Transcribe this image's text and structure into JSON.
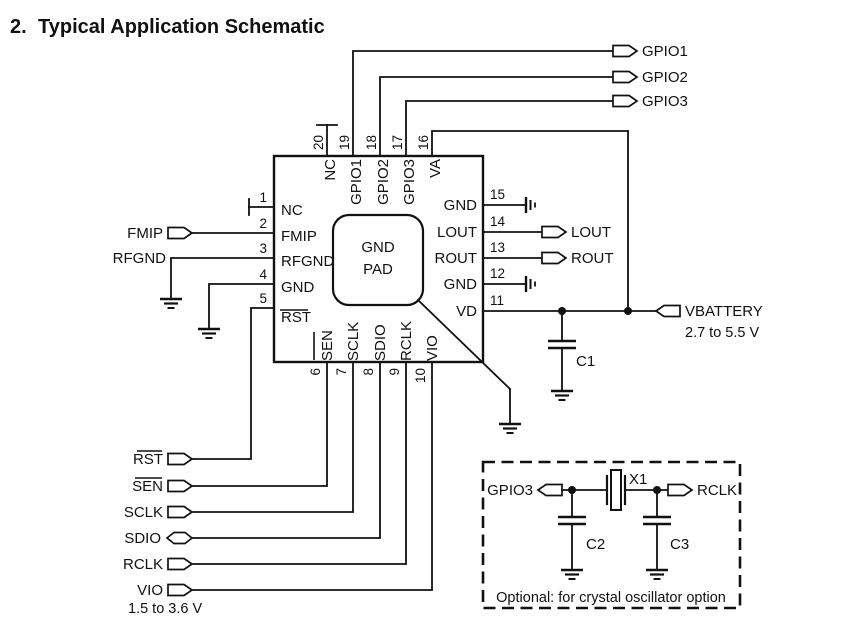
{
  "title": {
    "number": "2.",
    "text": "Typical Application Schematic"
  },
  "ic": {
    "pad_label_line1": "GND",
    "pad_label_line2": "PAD",
    "pins_top": [
      {
        "num": "20",
        "name": "NC"
      },
      {
        "num": "19",
        "name": "GPIO1"
      },
      {
        "num": "18",
        "name": "GPIO2"
      },
      {
        "num": "17",
        "name": "GPIO3"
      },
      {
        "num": "16",
        "name": "VA"
      }
    ],
    "pins_left": [
      {
        "num": "1",
        "name": "NC"
      },
      {
        "num": "2",
        "name": "FMIP"
      },
      {
        "num": "3",
        "name": "RFGND"
      },
      {
        "num": "4",
        "name": "GND"
      },
      {
        "num": "5",
        "name": "RST"
      }
    ],
    "pins_right": [
      {
        "num": "15",
        "name": "GND"
      },
      {
        "num": "14",
        "name": "LOUT"
      },
      {
        "num": "13",
        "name": "ROUT"
      },
      {
        "num": "12",
        "name": "GND"
      },
      {
        "num": "11",
        "name": "VD"
      }
    ],
    "pins_bottom": [
      {
        "num": "6",
        "name": "SEN"
      },
      {
        "num": "7",
        "name": "SCLK"
      },
      {
        "num": "8",
        "name": "SDIO"
      },
      {
        "num": "9",
        "name": "RCLK"
      },
      {
        "num": "10",
        "name": "VIO"
      }
    ]
  },
  "connectors": {
    "gpio1": "GPIO1",
    "gpio2": "GPIO2",
    "gpio3": "GPIO3",
    "fmip": "FMIP",
    "rfgnd": "RFGND",
    "lout": "LOUT",
    "rout": "ROUT",
    "vbattery_label": "VBATTERY",
    "vbattery_range": "2.7 to 5.5 V",
    "rst": "RST",
    "sen": "SEN",
    "sclk": "SCLK",
    "sdio": "SDIO",
    "rclk": "RCLK",
    "vio": "VIO",
    "vio_range": "1.5 to 3.6 V"
  },
  "components": {
    "c1": "C1",
    "c2": "C2",
    "c3": "C3",
    "x1": "X1"
  },
  "optional_box": {
    "gpio3": "GPIO3",
    "rclk": "RCLK",
    "caption": "Optional: for crystal oscillator option"
  },
  "colors": {
    "ink": "#111111",
    "background": "#ffffff"
  }
}
